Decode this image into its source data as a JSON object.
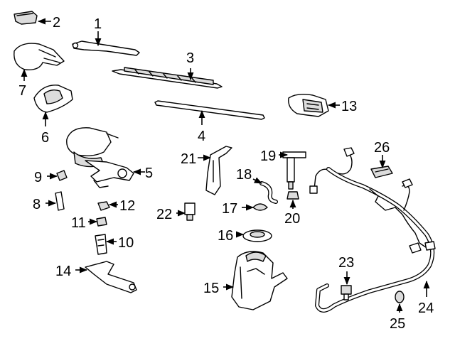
{
  "callouts": {
    "c1": "1",
    "c2": "2",
    "c3": "3",
    "c4": "4",
    "c5": "5",
    "c6": "6",
    "c7": "7",
    "c8": "8",
    "c9": "9",
    "c10": "10",
    "c11": "11",
    "c12": "12",
    "c13": "13",
    "c14": "14",
    "c15": "15",
    "c16": "16",
    "c17": "17",
    "c18": "18",
    "c19": "19",
    "c20": "20",
    "c21": "21",
    "c22": "22",
    "c23": "23",
    "c24": "24",
    "c25": "25",
    "c26": "26"
  },
  "colors": {
    "line": "#000000",
    "fill": "#ffffff",
    "shade": "#dcdcdc"
  }
}
